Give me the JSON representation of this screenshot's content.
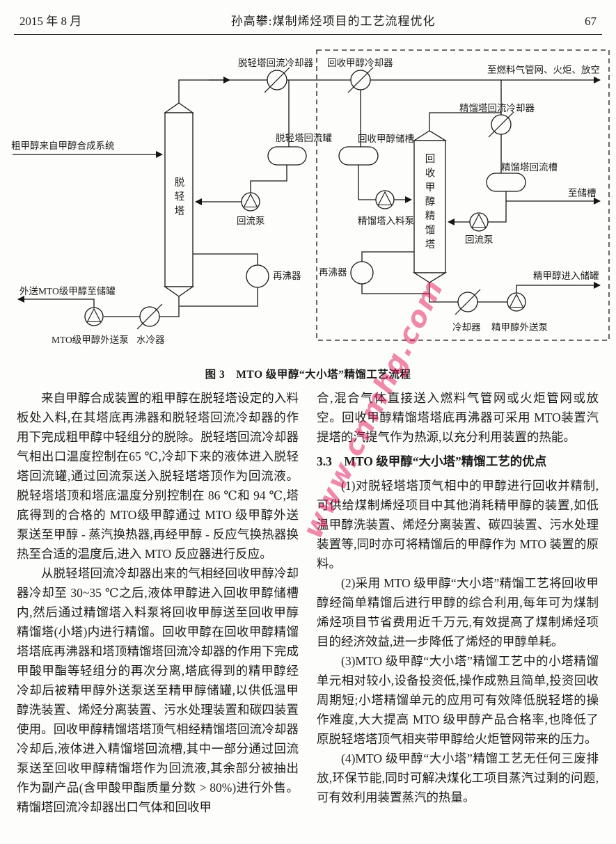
{
  "header": {
    "date": "2015 年 8 月",
    "title": "孙高攀:煤制烯烃项目的工艺流程优化",
    "page_number": "67"
  },
  "watermark": {
    "text": "www.cnmhg.com",
    "color": "#e1145a"
  },
  "figure": {
    "caption": "图 3　MTO 级甲醇“大小塔”精馏工艺流程",
    "labels": {
      "delight_reflux_cooler": "脱轻塔回流冷却器",
      "recovery_methanol_cooler": "回收甲醇冷却器",
      "to_fuel_gas": "至燃料气管网、火炬、放空",
      "rectify_reflux_cooler": "精馏塔回流冷却器",
      "delight_reflux_drum": "脱轻塔回流罐",
      "recovery_methanol_tank": "回收甲醇储槽",
      "rectify_reflux_drum": "精馏塔回流槽",
      "to_storage_tank": "至储槽",
      "crude_feed": "粗甲醇来自甲醇合成系统",
      "delight_tower": "脱轻塔",
      "reflux_pump_left": "回流泵",
      "rectify_feed_pump": "精馏塔入料泵",
      "recovery_tower": "回收甲醇精馏塔",
      "reflux_pump_right": "回流泵",
      "reboiler_left": "再沸器",
      "reboiler_right": "再沸器",
      "fine_methanol_to_tank": "精甲醇进入储罐",
      "mto_methanol_out": "外送MTO级甲醇至储罐",
      "mto_export_pump": "MTO级甲醇外送泵",
      "water_cooler": "水冷器",
      "cooler": "冷却器",
      "fine_methanol_pump": "精甲醇外送泵"
    }
  },
  "body": {
    "left": [
      "来自甲醇合成装置的粗甲醇在脱轻塔设定的入料板处入料,在其塔底再沸器和脱轻塔回流冷却器的作用下完成粗甲醇中轻组分的脱除。脱轻塔回流冷却器气相出口温度控制在65 ℃,冷却下来的液体进入脱轻塔回流罐,通过回流泵送入脱轻塔塔顶作为回流液。脱轻塔塔顶和塔底温度分别控制在 86 ℃和 94 ℃,塔底得到的合格的 MTO级甲醇通过 MTO 级甲醇外送泵送至甲醇 - 蒸汽换热器,再经甲醇 - 反应气换热器换热至合适的温度后,进入 MTO 反应器进行反应。",
      "从脱轻塔回流冷却器出来的气相经回收甲醇冷却器冷却至 30~35 ℃之后,液体甲醇进入回收甲醇储槽内,然后通过精馏塔入料泵将回收甲醇送至回收甲醇精馏塔(小塔)内进行精馏。回收甲醇在回收甲醇精馏塔塔底再沸器和塔顶精馏塔回流冷却器的作用下完成甲酸甲酯等轻组分的再次分离,塔底得到的精甲醇经冷却后被精甲醇外送泵送至精甲醇储罐,以供低温甲醇洗装置、烯烃分离装置、污水处理装置和碳四装置使用。回收甲醇精馏塔塔顶气相经精馏塔回流冷却器冷却后,液体进入精馏塔回流槽,其中一部分通过回流泵送至回收甲醇精馏塔作为回流液,其余部分被抽出作为副产品(含甲酸甲酯质量分数 > 80%)进行外售。精馏塔回流冷却器出口气体和回收甲"
    ],
    "right": {
      "continuation": "合,混合气体直接送入燃料气管网或火炬管网或放空。回收甲醇精馏塔塔底再沸器可采用 MTO装置汽提塔的汽提气作为热源,以充分利用装置的热能。",
      "heading": "3.3　MTO 级甲醇“大小塔”精馏工艺的优点",
      "points": [
        "(1)对脱轻塔塔顶气相中的甲醇进行回收并精制,可供给煤制烯烃项目中其他消耗精甲醇的装置,如低温甲醇洗装置、烯烃分离装置、碳四装置、污水处理装置等,同时亦可将精馏后的甲醇作为 MTO 装置的原料。",
        "(2)采用 MTO 级甲醇“大小塔”精馏工艺将回收甲醇经简单精馏后进行甲醇的综合利用,每年可为煤制烯烃项目节省费用近千万元,有效提高了煤制烯烃项目的经济效益,进一步降低了烯烃的甲醇单耗。",
        "(3)MTO 级甲醇“大小塔”精馏工艺中的小塔精馏单元相对较小,设备投资低,操作成熟且简单,投资回收周期短;小塔精馏单元的应用可有效降低脱轻塔的操作难度,大大提高 MTO 级甲醇产品合格率,也降低了原脱轻塔塔顶气相夹带甲醇给火炬管网带来的压力。",
        "(4)MTO 级甲醇“大小塔”精馏工艺无任何三废排放,环保节能,同时可解决煤化工项目蒸汽过剩的问题,可有效利用装置蒸汽的热量。"
      ]
    }
  }
}
